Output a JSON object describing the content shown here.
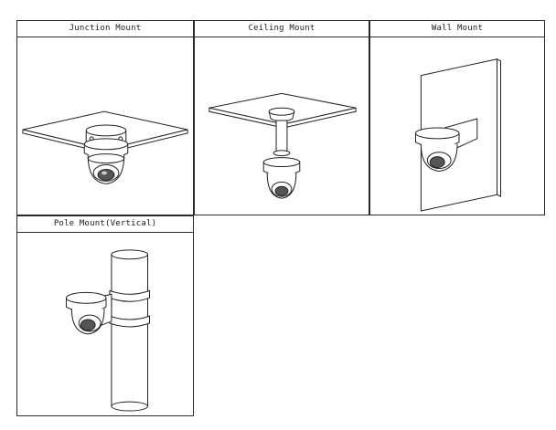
{
  "mounts": [
    {
      "label": "Junction Mount",
      "illustration": "junction-mount-illustration"
    },
    {
      "label": "Ceiling Mount",
      "illustration": "ceiling-mount-illustration"
    },
    {
      "label": "Wall Mount",
      "illustration": "wall-mount-illustration"
    },
    {
      "label": "Pole Mount(Vertical)",
      "illustration": "pole-mount-illustration"
    }
  ]
}
